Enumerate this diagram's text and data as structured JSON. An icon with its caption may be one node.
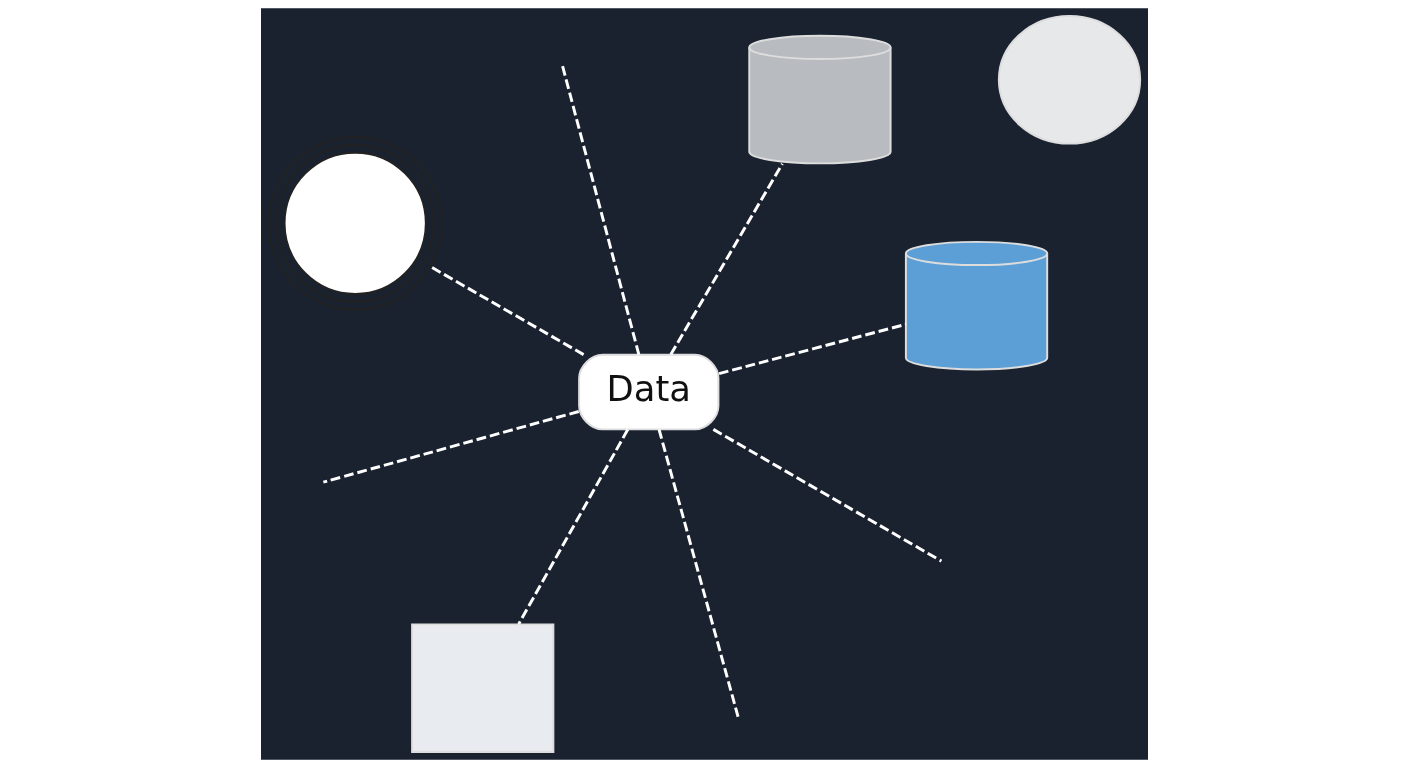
{
  "diagram": {
    "nodes": [
      {
        "text": [
          "Data"
        ]
      },
      {
        "text": [],
        "shape": "cylinder"
      },
      {
        "text": [],
        "shape": "box"
      },
      {
        "text": [],
        "shape": "circle"
      },
      {
        "text": [],
        "shape": "cylinder"
      },
      {
        "text": [],
        "shape": "bubble"
      }
    ],
    "edges": [
      {
        "from": 0,
        "to": 1,
        "arrow": "none",
        "style": "dashed"
      },
      {
        "from": 0,
        "to": null,
        "arrow": "none",
        "style": "dashed"
      },
      {
        "from": 0,
        "to": null,
        "arrow": "none",
        "style": "dashed"
      },
      {
        "from": 0,
        "to": null,
        "arrow": "none",
        "style": "dashed"
      },
      {
        "from": 0,
        "to": 2,
        "arrow": "none",
        "style": "dashed"
      },
      {
        "from": 0,
        "to": 4,
        "arrow": "none",
        "style": "dashed"
      },
      {
        "from": 0,
        "to": null,
        "arrow": "none",
        "style": "dashed"
      },
      {
        "from": 0,
        "to": 3,
        "arrow": "none",
        "style": "dashed"
      }
    ]
  }
}
